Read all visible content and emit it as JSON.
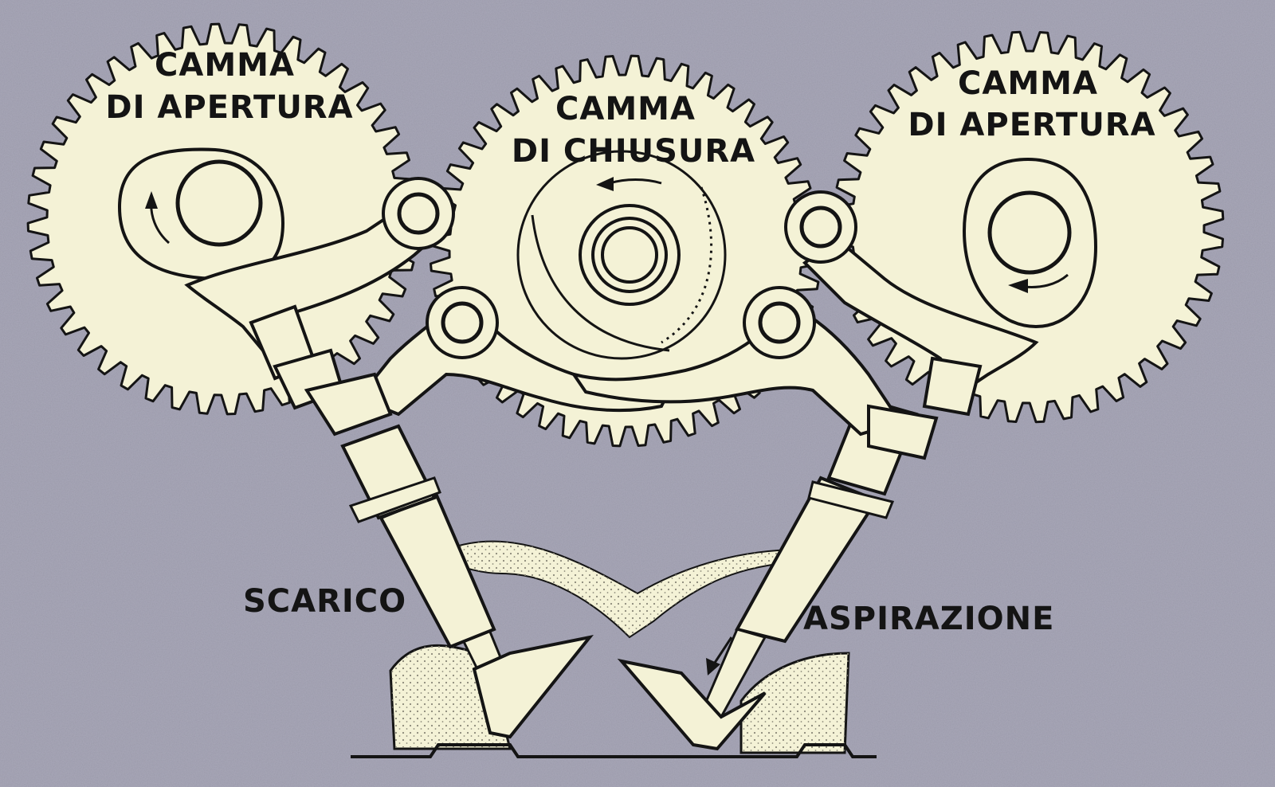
{
  "labels": {
    "left_gear": {
      "line1": "CAMMA",
      "line2": "DI APERTURA"
    },
    "center_gear": {
      "line1": "CAMMA",
      "line2": "DI CHIUSURA"
    },
    "right_gear": {
      "line1": "CAMMA",
      "line2": "DI APERTURA"
    },
    "exhaust": "SCARICO",
    "intake": "ASPIRAZIONE"
  },
  "colors": {
    "background": "#a9a8b9",
    "part_fill": "#f4f2d6",
    "ink": "#141414",
    "speckle": "#8a8878"
  },
  "gears": {
    "left": {
      "teeth": 44
    },
    "center": {
      "teeth": 48
    },
    "right": {
      "teeth": 44
    }
  }
}
